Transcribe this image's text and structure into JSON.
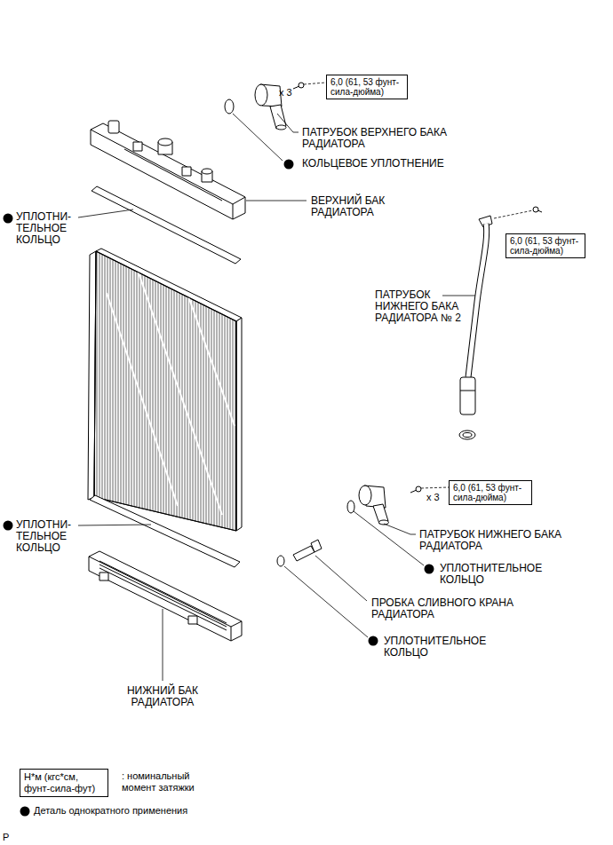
{
  "diagram": {
    "nodes": [
      {
        "text": [
          "6,0 (61, 53 фунт-сила-дюйма)"
        ]
      },
      {
        "text": [
          "6,0 (61, 53 фунт-сила-дюйма)"
        ]
      },
      {
        "text": [
          "6,0 (61, 53 фунт-сила-дюйма)"
        ]
      },
      {
        "text": [
          "Н*м (кгс*см, фунт-сила-фут)"
        ]
      }
    ],
    "labels": [
      "x 3",
      "ПАТРУБОК ВЕРХНЕГО БАКА РАДИАТОРА",
      "КОЛЬЦЕВОЕ УПЛОТНЕНИЕ",
      "ВЕРХНИЙ БАК РАДИАТОРА",
      "УПЛОТНИ- ТЕЛЬНОЕ КОЛЬЦО",
      "ПАТРУБОК НИЖНЕГО БАКА РАДИАТОРА № 2",
      "x 3",
      "ПАТРУБОК НИЖНЕГО БАКА РАДИАТОРА",
      "УПЛОТНИ- ТЕЛЬНОЕ КОЛЬЦО",
      "УПЛОТНИТЕЛЬНОЕ КОЛЬЦО",
      "ПРОБКА СЛИВНОГО КРАНА РАДИАТОРА",
      "УПЛОТНИТЕЛЬНОЕ КОЛЬЦО",
      "НИЖНИЙ БАК РАДИАТОРА",
      "P"
    ],
    "legend": [
      {
        "text": ": номинальный момент затяжки"
      },
      {
        "text": "Деталь однократного применения"
      }
    ]
  }
}
